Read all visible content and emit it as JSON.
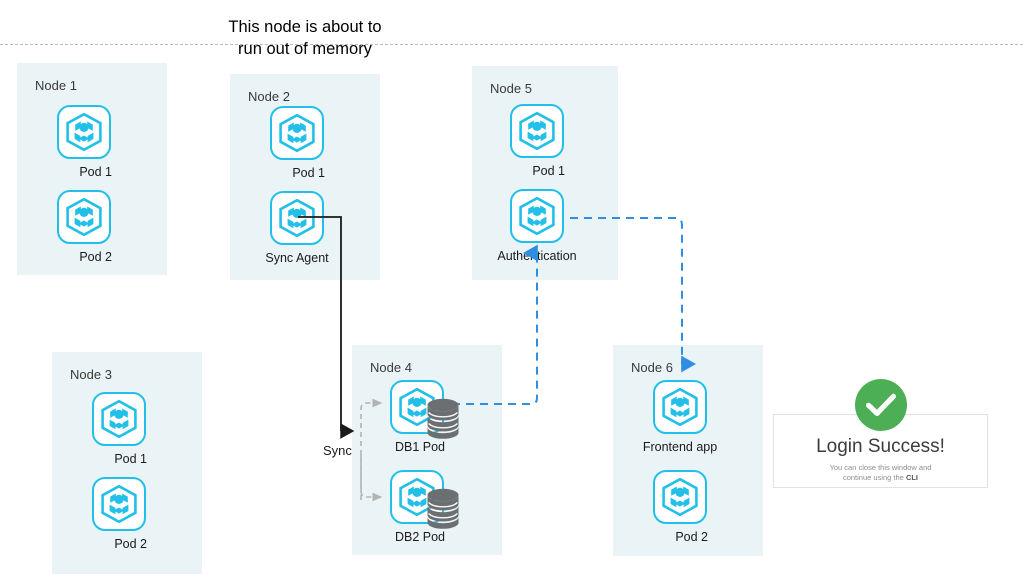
{
  "annotation": {
    "text": "This node is about to\nrun out of memory"
  },
  "colors": {
    "node_background": "#eaf3f6",
    "pod_accent": "#22c0e8",
    "blue_wire": "#2f8ee0",
    "gray_wire": "#b3b3b3",
    "black_wire": "#1a1a1a",
    "success_green": "#4caf55",
    "page_background": "#ffffff"
  },
  "nodes": [
    {
      "id": "node1",
      "label": "Node 1",
      "pods": [
        {
          "name": "Pod 1",
          "icon": "kubernetes-pod-icon",
          "has_database": false
        },
        {
          "name": "Pod 2",
          "icon": "kubernetes-pod-icon",
          "has_database": false
        }
      ]
    },
    {
      "id": "node2",
      "label": "Node 2",
      "pods": [
        {
          "name": "Pod 1",
          "icon": "kubernetes-pod-icon",
          "has_database": false
        },
        {
          "name": "Sync Agent",
          "icon": "kubernetes-pod-icon",
          "has_database": false
        }
      ]
    },
    {
      "id": "node5",
      "label": "Node 5",
      "pods": [
        {
          "name": "Pod 1",
          "icon": "kubernetes-pod-icon",
          "has_database": false
        },
        {
          "name": "Authentication",
          "icon": "kubernetes-pod-icon",
          "has_database": false
        }
      ]
    },
    {
      "id": "node3",
      "label": "Node 3",
      "pods": [
        {
          "name": "Pod 1",
          "icon": "kubernetes-pod-icon",
          "has_database": false
        },
        {
          "name": "Pod 2",
          "icon": "kubernetes-pod-icon",
          "has_database": false
        }
      ]
    },
    {
      "id": "node4",
      "label": "Node 4",
      "pods": [
        {
          "name": "DB1 Pod",
          "icon": "kubernetes-pod-icon",
          "has_database": true
        },
        {
          "name": "DB2 Pod",
          "icon": "kubernetes-pod-icon",
          "has_database": true
        }
      ]
    },
    {
      "id": "node6",
      "label": "Node 6",
      "pods": [
        {
          "name": "Frontend app",
          "icon": "kubernetes-pod-icon",
          "has_database": false
        },
        {
          "name": "Pod 2",
          "icon": "kubernetes-pod-icon",
          "has_database": false
        }
      ]
    }
  ],
  "connectors": [
    {
      "id": "sync-connector",
      "label": "Sync",
      "style": "solid",
      "color": "#1a1a1a",
      "from": "Sync Agent",
      "to": "Node 4"
    },
    {
      "id": "db-fanout-connector",
      "label": "",
      "style": "dashed",
      "color": "#b3b3b3",
      "from": "Sync",
      "to": "DB1 Pod, DB2 Pod"
    },
    {
      "id": "db-to-auth-connector",
      "label": "",
      "style": "dashed",
      "color": "#2f8ee0",
      "from": "DB1 Pod",
      "to": "Authentication"
    },
    {
      "id": "auth-to-frontend-connector",
      "label": "",
      "style": "dashed",
      "color": "#2f8ee0",
      "from": "Authentication",
      "to": "Frontend app"
    }
  ],
  "login_dialog": {
    "icon": "success-check-icon",
    "title": "Login Success!",
    "subtitle": "You can close this window and\ncontinue using the CLI",
    "subtitle_emphasis": "CLI"
  }
}
